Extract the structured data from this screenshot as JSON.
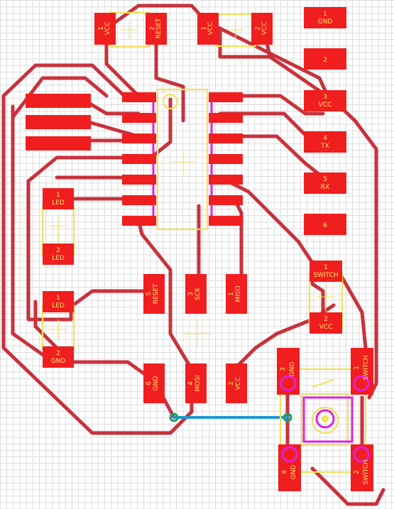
{
  "pads": {
    "vcc1": {
      "num": "1",
      "name": "VCC"
    },
    "reset2": {
      "num": "2",
      "name": "RESET"
    },
    "vcc1b": {
      "num": "1",
      "name": "VCC"
    },
    "vcc2b": {
      "num": "2",
      "name": "VCC"
    },
    "hdr_gnd": {
      "num": "1",
      "name": "GND"
    },
    "hdr_2": {
      "num": "2",
      "name": ""
    },
    "hdr_vcc": {
      "num": "3",
      "name": "VCC"
    },
    "hdr_tx": {
      "num": "4",
      "name": "TX"
    },
    "hdr_rx": {
      "num": "5",
      "name": "RX"
    },
    "hdr_6": {
      "num": "6",
      "name": ""
    },
    "led1": {
      "num": "1",
      "name": "LED"
    },
    "led2": {
      "num": "2",
      "name": "LED"
    },
    "led3": {
      "num": "1",
      "name": "LED"
    },
    "gnd_led": {
      "num": "2",
      "name": "GND"
    },
    "isp_reset": {
      "num": "5",
      "name": "RESET"
    },
    "isp_sck": {
      "num": "3",
      "name": "SCK"
    },
    "isp_miso": {
      "num": "1",
      "name": "MISO"
    },
    "isp_gnd": {
      "num": "6",
      "name": "GND"
    },
    "isp_mosi": {
      "num": "4",
      "name": "MOSI"
    },
    "isp_vcc": {
      "num": "2",
      "name": "VCC"
    },
    "sw1": {
      "num": "1",
      "name": "SWITCH"
    },
    "sw_vcc": {
      "num": "2",
      "name": "VCC"
    },
    "btn_gnd_top": {
      "num": "3",
      "name": "GND"
    },
    "btn_sw_top": {
      "num": "1",
      "name": "SWITCH"
    },
    "btn_gnd_bot": {
      "num": "4",
      "name": "GND"
    },
    "btn_sw_bot": {
      "num": "2",
      "name": "SWITCH"
    }
  },
  "colors": {
    "pad": "#f01e1e",
    "trace": "#c8323c",
    "silkscreen": "#f2e05a",
    "jumper": "#1e9bd7",
    "via": "#22a06b",
    "outline": "#e020e0"
  }
}
